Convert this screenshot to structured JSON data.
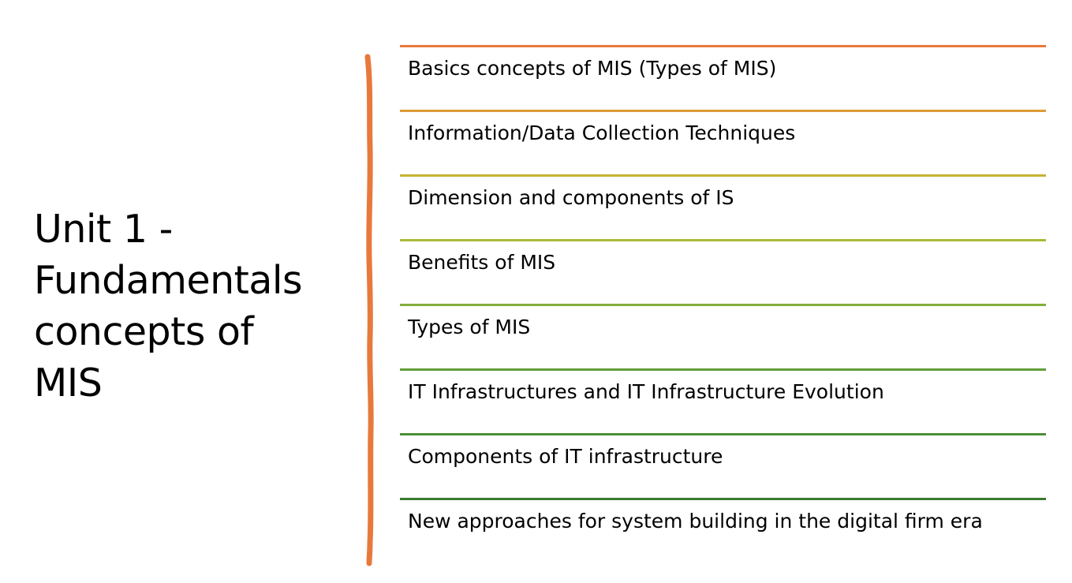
{
  "slide": {
    "title_lines": [
      "Unit 1 -",
      "Fundamentals",
      "concepts of",
      "MIS"
    ],
    "brace_color": "#E8793C",
    "topics": [
      {
        "label": "Basics concepts of MIS (Types of MIS)",
        "rule_color": "#E8793C"
      },
      {
        "label": "Information/Data Collection Techniques",
        "rule_color": "#DE9A37"
      },
      {
        "label": "Dimension and components of IS",
        "rule_color": "#C6B234"
      },
      {
        "label": "Benefits of MIS",
        "rule_color": "#AABA36"
      },
      {
        "label": "Types of MIS",
        "rule_color": "#82AE3C"
      },
      {
        "label": "IT Infrastructures and IT Infrastructure Evolution",
        "rule_color": "#629C37"
      },
      {
        "label": "Components of IT infrastructure",
        "rule_color": "#4C8F35"
      },
      {
        "label": "New approaches for system building in the digital firm era",
        "rule_color": "#3B7A2E"
      }
    ]
  }
}
